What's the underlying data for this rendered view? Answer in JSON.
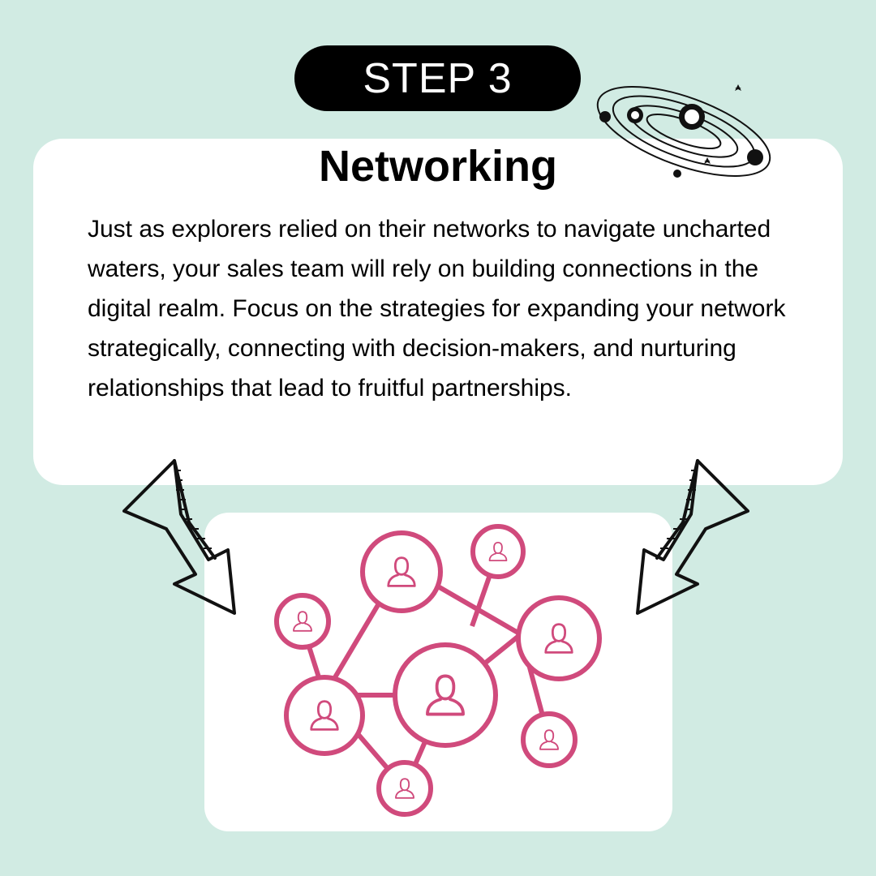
{
  "step_badge": {
    "label": "STEP 3"
  },
  "card": {
    "title": "Networking",
    "body": "Just as explorers relied on their networks to navigate uncharted waters, your sales team will rely on building connections in the digital realm. Focus on the strategies for expanding your network strategically, connecting with decision-makers, and nurturing relationships that lead to fruitful partnerships."
  },
  "colors": {
    "background": "#d1ebe3",
    "card": "#ffffff",
    "badge": "#000000",
    "network_accent": "#d04a7c"
  },
  "icons": [
    "galaxy-doodle-icon",
    "curved-arrow-left-icon",
    "curved-arrow-right-icon",
    "people-network-icon"
  ]
}
